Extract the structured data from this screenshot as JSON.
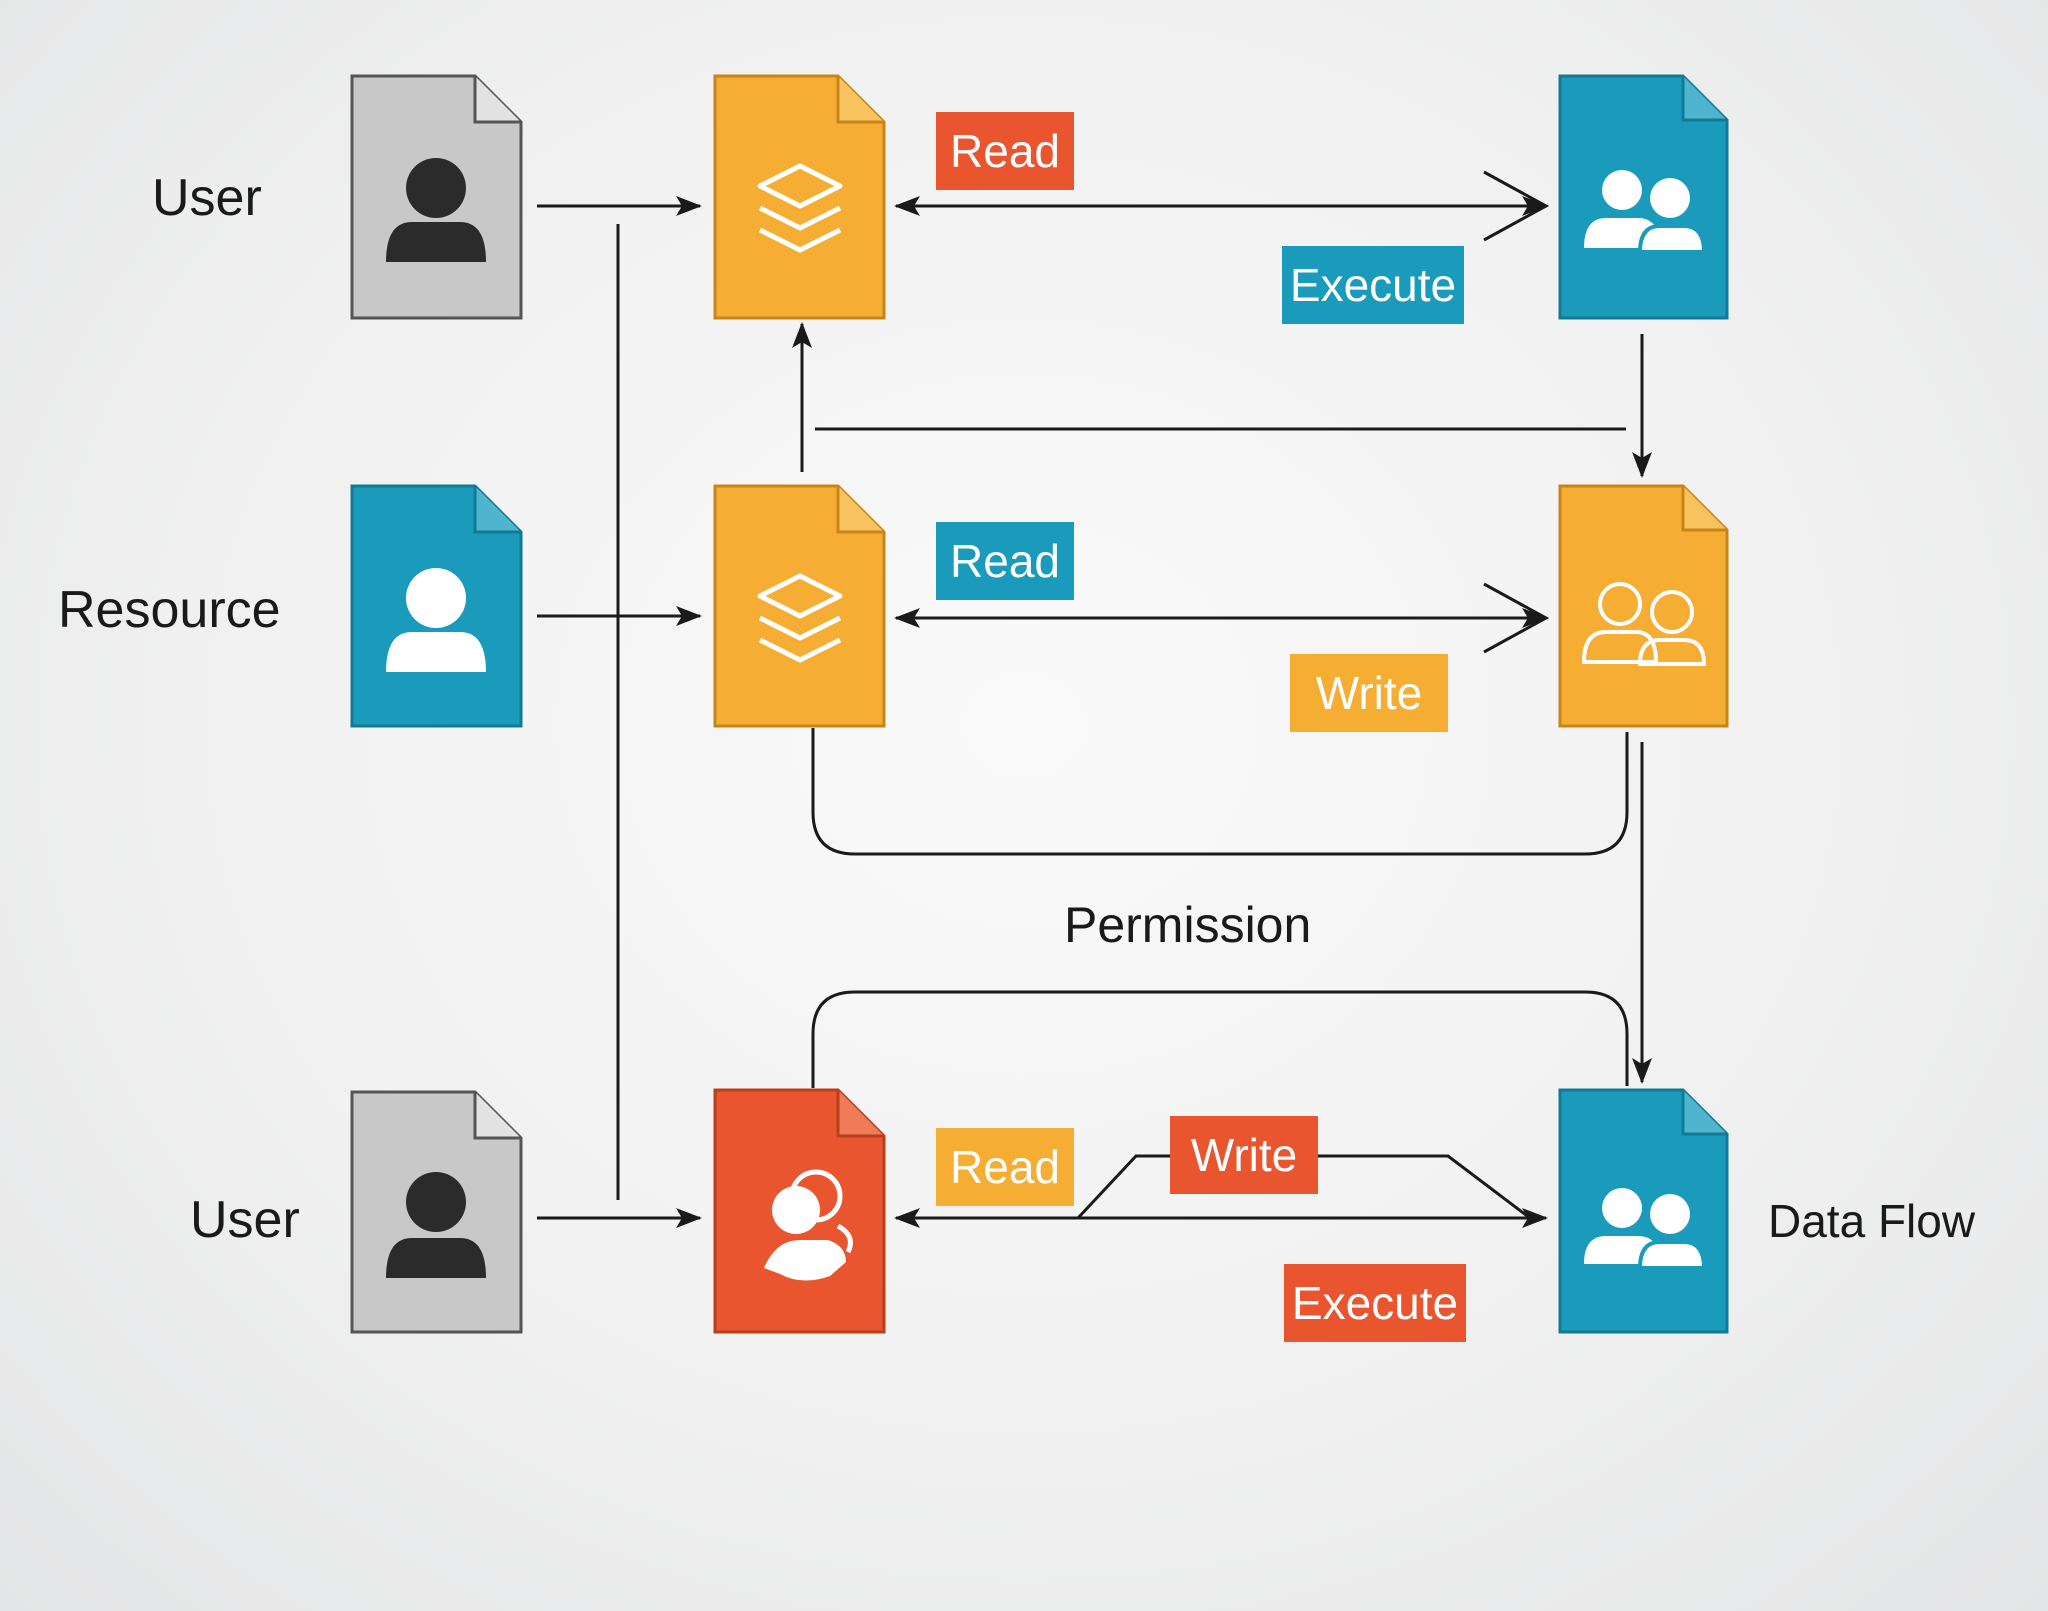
{
  "colors": {
    "gray": "#c8c8c8",
    "blue": "#1a9bbb",
    "yellow": "#f5ae33",
    "red": "#e8552e",
    "line": "#1a1a1a"
  },
  "row_labels": {
    "user_top": "User",
    "resource": "Resource",
    "user_bottom": "User",
    "data_flow": "Data Flow"
  },
  "permission_label": "Permission",
  "tags": {
    "row1_read": "Read",
    "row1_execute": "Execute",
    "row2_read": "Read",
    "row2_write": "Write",
    "row3_read": "Read",
    "row3_write": "Write",
    "row3_execute": "Execute"
  },
  "nodes": [
    {
      "id": "user-top-doc",
      "color": "gray",
      "icon": "user-icon"
    },
    {
      "id": "resource-doc",
      "color": "blue",
      "icon": "user-icon"
    },
    {
      "id": "user-bottom-doc",
      "color": "gray",
      "icon": "user-icon"
    },
    {
      "id": "layers-top-doc",
      "color": "yellow",
      "icon": "layers-icon"
    },
    {
      "id": "layers-mid-doc",
      "color": "yellow",
      "icon": "layers-icon"
    },
    {
      "id": "user-chat-doc",
      "color": "red",
      "icon": "user-chat-icon"
    },
    {
      "id": "group-top-doc",
      "color": "blue",
      "icon": "group-icon"
    },
    {
      "id": "group-mid-doc",
      "color": "yellow",
      "icon": "group-outline-icon"
    },
    {
      "id": "group-bottom-doc",
      "color": "blue",
      "icon": "group-icon"
    }
  ]
}
